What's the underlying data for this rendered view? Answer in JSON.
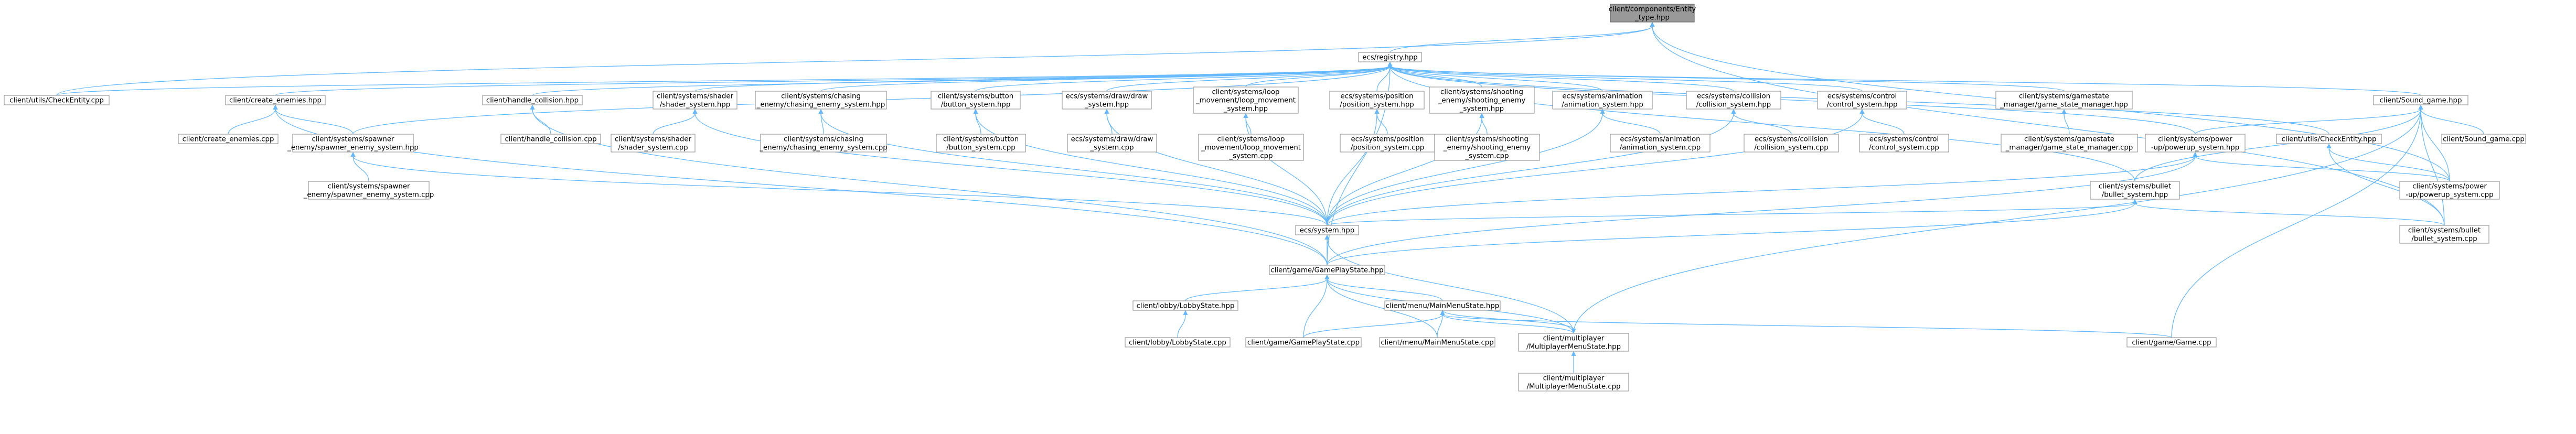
{
  "graph": {
    "edge_color": "#63b8ff",
    "node_border_color": "#999999",
    "root_fill_color": "#999999",
    "arrow_direction": "from includer to included (arrowheads point at the included header)",
    "nodes": [
      {
        "id": "n_root",
        "lines": [
          "client/components/Entity",
          "_type.hpp"
        ],
        "root": true
      },
      {
        "id": "n_registry",
        "lines": [
          "ecs/registry.hpp"
        ]
      },
      {
        "id": "n_utils_cpp",
        "lines": [
          "client/utils/CheckEntity.cpp"
        ]
      },
      {
        "id": "n_create_hpp",
        "lines": [
          "client/create_enemies.hpp"
        ]
      },
      {
        "id": "n_create_cpp",
        "lines": [
          "client/create_enemies.cpp"
        ]
      },
      {
        "id": "n_spawner_hpp",
        "lines": [
          "client/systems/spawner",
          "_enemy/spawner_enemy_system.hpp"
        ]
      },
      {
        "id": "n_spawner_cpp",
        "lines": [
          "client/systems/spawner",
          "_enemy/spawner_enemy_system.cpp"
        ]
      },
      {
        "id": "n_handle_hpp",
        "lines": [
          "client/handle_collision.hpp"
        ]
      },
      {
        "id": "n_handle_cpp",
        "lines": [
          "client/handle_collision.cpp"
        ]
      },
      {
        "id": "n_shader_hpp",
        "lines": [
          "client/systems/shader",
          "/shader_system.hpp"
        ]
      },
      {
        "id": "n_shader_cpp",
        "lines": [
          "client/systems/shader",
          "/shader_system.cpp"
        ]
      },
      {
        "id": "n_chasing_hpp",
        "lines": [
          "client/systems/chasing",
          "_enemy/chasing_enemy_system.hpp"
        ]
      },
      {
        "id": "n_chasing_cpp",
        "lines": [
          "client/systems/chasing",
          "_enemy/chasing_enemy_system.cpp"
        ]
      },
      {
        "id": "n_button_hpp",
        "lines": [
          "client/systems/button",
          "/button_system.hpp"
        ]
      },
      {
        "id": "n_button_cpp",
        "lines": [
          "client/systems/button",
          "/button_system.cpp"
        ]
      },
      {
        "id": "n_draw_hpp",
        "lines": [
          "ecs/systems/draw/draw",
          "_system.hpp"
        ]
      },
      {
        "id": "n_draw_cpp",
        "lines": [
          "ecs/systems/draw/draw",
          "_system.cpp"
        ]
      },
      {
        "id": "n_loop_hpp",
        "lines": [
          "client/systems/loop",
          "_movement/loop_movement",
          "_system.hpp"
        ]
      },
      {
        "id": "n_loop_cpp",
        "lines": [
          "client/systems/loop",
          "_movement/loop_movement",
          "_system.cpp"
        ]
      },
      {
        "id": "n_position_hpp",
        "lines": [
          "ecs/systems/position",
          "/position_system.hpp"
        ]
      },
      {
        "id": "n_position_cpp",
        "lines": [
          "ecs/systems/position",
          "/position_system.cpp"
        ]
      },
      {
        "id": "n_shooting_hpp",
        "lines": [
          "client/systems/shooting",
          "_enemy/shooting_enemy",
          "_system.hpp"
        ]
      },
      {
        "id": "n_shooting_cpp",
        "lines": [
          "client/systems/shooting",
          "_enemy/shooting_enemy",
          "_system.cpp"
        ]
      },
      {
        "id": "n_anim_hpp",
        "lines": [
          "ecs/systems/animation",
          "/animation_system.hpp"
        ]
      },
      {
        "id": "n_anim_cpp",
        "lines": [
          "ecs/systems/animation",
          "/animation_system.cpp"
        ]
      },
      {
        "id": "n_collision_hpp",
        "lines": [
          "ecs/systems/collision",
          "/collision_system.hpp"
        ]
      },
      {
        "id": "n_collision_cpp",
        "lines": [
          "ecs/systems/collision",
          "/collision_system.cpp"
        ]
      },
      {
        "id": "n_control_hpp",
        "lines": [
          "ecs/systems/control",
          "/control_system.hpp"
        ]
      },
      {
        "id": "n_control_cpp",
        "lines": [
          "ecs/systems/control",
          "/control_system.cpp"
        ]
      },
      {
        "id": "n_gamestate_hpp",
        "lines": [
          "client/systems/gamestate",
          "_manager/game_state_manager.hpp"
        ]
      },
      {
        "id": "n_gamestate_cpp",
        "lines": [
          "client/systems/gamestate",
          "_manager/game_state_manager.cpp"
        ]
      },
      {
        "id": "n_sound_hpp",
        "lines": [
          "client/Sound_game.hpp"
        ]
      },
      {
        "id": "n_sound_cpp",
        "lines": [
          "client/Sound_game.cpp"
        ]
      },
      {
        "id": "n_power_hpp",
        "lines": [
          "client/systems/power",
          "-up/powerup_system.hpp"
        ]
      },
      {
        "id": "n_power_cpp",
        "lines": [
          "client/systems/power",
          "-up/powerup_system.cpp"
        ]
      },
      {
        "id": "n_utils_hpp",
        "lines": [
          "client/utils/CheckEntity.hpp"
        ]
      },
      {
        "id": "n_bullet_hpp",
        "lines": [
          "client/systems/bullet",
          "/bullet_system.hpp"
        ]
      },
      {
        "id": "n_bullet_cpp",
        "lines": [
          "client/systems/bullet",
          "/bullet_system.cpp"
        ]
      },
      {
        "id": "n_system",
        "lines": [
          "ecs/system.hpp"
        ]
      },
      {
        "id": "n_gameplay_hpp",
        "lines": [
          "client/game/GamePlayState.hpp"
        ]
      },
      {
        "id": "n_lobby_hpp",
        "lines": [
          "client/lobby/LobbyState.hpp"
        ]
      },
      {
        "id": "n_lobby_cpp",
        "lines": [
          "client/lobby/LobbyState.cpp"
        ]
      },
      {
        "id": "n_mainmenu_hpp",
        "lines": [
          "client/menu/MainMenuState.hpp"
        ]
      },
      {
        "id": "n_gameplay_cpp",
        "lines": [
          "client/game/GamePlayState.cpp"
        ]
      },
      {
        "id": "n_mainmenu_cpp",
        "lines": [
          "client/menu/MainMenuState.cpp"
        ]
      },
      {
        "id": "n_multi_hpp",
        "lines": [
          "client/multiplayer",
          "/MultiplayerMenuState.hpp"
        ]
      },
      {
        "id": "n_multi_cpp",
        "lines": [
          "client/multiplayer",
          "/MultiplayerMenuState.cpp"
        ]
      },
      {
        "id": "n_game_cpp",
        "lines": [
          "client/game/Game.cpp"
        ]
      }
    ],
    "edges": [
      [
        "n_registry",
        "n_root"
      ],
      [
        "n_utils_cpp",
        "n_root"
      ],
      [
        "n_bullet_cpp",
        "n_root"
      ],
      [
        "n_power_cpp",
        "n_root"
      ],
      [
        "n_utils_cpp",
        "n_registry"
      ],
      [
        "n_create_hpp",
        "n_registry"
      ],
      [
        "n_spawner_hpp",
        "n_registry"
      ],
      [
        "n_handle_hpp",
        "n_registry"
      ],
      [
        "n_shader_hpp",
        "n_registry"
      ],
      [
        "n_chasing_hpp",
        "n_registry"
      ],
      [
        "n_button_hpp",
        "n_registry"
      ],
      [
        "n_draw_hpp",
        "n_registry"
      ],
      [
        "n_loop_hpp",
        "n_registry"
      ],
      [
        "n_position_hpp",
        "n_registry"
      ],
      [
        "n_shooting_hpp",
        "n_registry"
      ],
      [
        "n_anim_hpp",
        "n_registry"
      ],
      [
        "n_collision_hpp",
        "n_registry"
      ],
      [
        "n_control_hpp",
        "n_registry"
      ],
      [
        "n_gamestate_hpp",
        "n_registry"
      ],
      [
        "n_sound_hpp",
        "n_registry"
      ],
      [
        "n_power_hpp",
        "n_registry"
      ],
      [
        "n_utils_hpp",
        "n_registry"
      ],
      [
        "n_bullet_hpp",
        "n_registry"
      ],
      [
        "n_gameplay_hpp",
        "n_registry"
      ],
      [
        "n_create_cpp",
        "n_create_hpp"
      ],
      [
        "n_spawner_hpp",
        "n_create_hpp"
      ],
      [
        "n_gameplay_hpp",
        "n_create_hpp"
      ],
      [
        "n_spawner_cpp",
        "n_spawner_hpp"
      ],
      [
        "n_system",
        "n_spawner_hpp"
      ],
      [
        "n_handle_cpp",
        "n_handle_hpp"
      ],
      [
        "n_gameplay_hpp",
        "n_handle_hpp"
      ],
      [
        "n_shader_cpp",
        "n_shader_hpp"
      ],
      [
        "n_system",
        "n_shader_hpp"
      ],
      [
        "n_chasing_cpp",
        "n_chasing_hpp"
      ],
      [
        "n_system",
        "n_chasing_hpp"
      ],
      [
        "n_button_cpp",
        "n_button_hpp"
      ],
      [
        "n_system",
        "n_button_hpp"
      ],
      [
        "n_draw_cpp",
        "n_draw_hpp"
      ],
      [
        "n_system",
        "n_draw_hpp"
      ],
      [
        "n_loop_cpp",
        "n_loop_hpp"
      ],
      [
        "n_system",
        "n_loop_hpp"
      ],
      [
        "n_position_cpp",
        "n_position_hpp"
      ],
      [
        "n_system",
        "n_position_hpp"
      ],
      [
        "n_shooting_cpp",
        "n_shooting_hpp"
      ],
      [
        "n_system",
        "n_shooting_hpp"
      ],
      [
        "n_anim_cpp",
        "n_anim_hpp"
      ],
      [
        "n_system",
        "n_anim_hpp"
      ],
      [
        "n_collision_cpp",
        "n_collision_hpp"
      ],
      [
        "n_system",
        "n_collision_hpp"
      ],
      [
        "n_control_cpp",
        "n_control_hpp"
      ],
      [
        "n_system",
        "n_control_hpp"
      ],
      [
        "n_gamestate_cpp",
        "n_gamestate_hpp"
      ],
      [
        "n_sound_cpp",
        "n_sound_hpp"
      ],
      [
        "n_power_hpp",
        "n_sound_hpp"
      ],
      [
        "n_bullet_hpp",
        "n_sound_hpp"
      ],
      [
        "n_power_cpp",
        "n_sound_hpp"
      ],
      [
        "n_bullet_cpp",
        "n_sound_hpp"
      ],
      [
        "n_game_cpp",
        "n_sound_hpp"
      ],
      [
        "n_multi_hpp",
        "n_sound_hpp"
      ],
      [
        "n_power_cpp",
        "n_power_hpp"
      ],
      [
        "n_system",
        "n_power_hpp"
      ],
      [
        "n_gameplay_hpp",
        "n_power_hpp"
      ],
      [
        "n_power_cpp",
        "n_utils_hpp"
      ],
      [
        "n_bullet_cpp",
        "n_utils_hpp"
      ],
      [
        "n_bullet_cpp",
        "n_bullet_hpp"
      ],
      [
        "n_system",
        "n_bullet_hpp"
      ],
      [
        "n_gameplay_hpp",
        "n_bullet_hpp"
      ],
      [
        "n_gameplay_hpp",
        "n_system"
      ],
      [
        "n_multi_hpp",
        "n_system"
      ],
      [
        "n_lobby_hpp",
        "n_gameplay_hpp"
      ],
      [
        "n_mainmenu_hpp",
        "n_gameplay_hpp"
      ],
      [
        "n_gameplay_cpp",
        "n_gameplay_hpp"
      ],
      [
        "n_mainmenu_cpp",
        "n_gameplay_hpp"
      ],
      [
        "n_multi_hpp",
        "n_gameplay_hpp"
      ],
      [
        "n_lobby_cpp",
        "n_lobby_hpp"
      ],
      [
        "n_gameplay_cpp",
        "n_mainmenu_hpp"
      ],
      [
        "n_mainmenu_cpp",
        "n_mainmenu_hpp"
      ],
      [
        "n_multi_hpp",
        "n_mainmenu_hpp"
      ],
      [
        "n_game_cpp",
        "n_mainmenu_hpp"
      ],
      [
        "n_mainmenu_hpp",
        "n_multi_hpp"
      ],
      [
        "n_multi_cpp",
        "n_multi_hpp"
      ]
    ]
  }
}
